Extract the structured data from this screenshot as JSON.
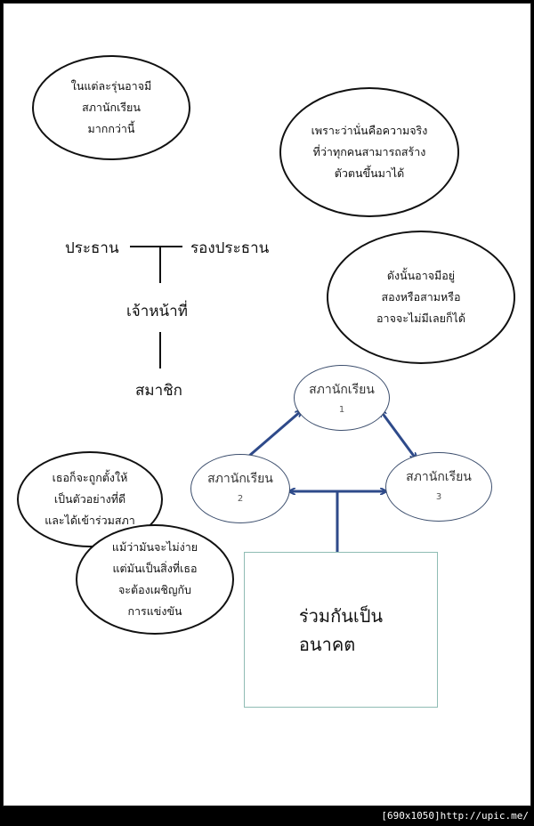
{
  "bubbles": {
    "top_left": "ในแต่ละรุ่นอาจมี\nสภานักเรียน\nมากกว่านี้",
    "top_right": "เพราะว่านั่นคือความจริง\nที่ว่าทุกคนสามารถสร้าง\nตัวตนขึ้นมาได้",
    "middle_right": "ดังนั้นอาจมีอยู่\nสองหรือสามหรือ\nอาจจะไม่มีเลยก็ได้",
    "lower_left_1": "เธอก็จะถูกตั้งให้\nเป็นตัวอย่างที่ดี\nและได้เข้าร่วมสภา",
    "lower_left_2": "แม้ว่ามันจะไม่ง่าย\nแต่มันเป็นสิ่งที่เธอ\nจะต้องเผชิญกับ\nการแข่งขัน"
  },
  "org": {
    "president": "ประธาน",
    "vice_president": "รองประธาน",
    "officer": "เจ้าหน้าที่",
    "member": "สมาชิก"
  },
  "councils": [
    {
      "name": "สภานักเรียน",
      "num": "1"
    },
    {
      "name": "สภานักเรียน",
      "num": "2"
    },
    {
      "name": "สภานักเรียน",
      "num": "3"
    }
  ],
  "future_box": "ร่วมกันเป็น\nอนาคต",
  "watermark": "[690x1050]http://upic.me/",
  "colors": {
    "arrow": "#2e4a8a",
    "box_border": "#8fbcb4",
    "council_border": "#3d4f6e"
  }
}
